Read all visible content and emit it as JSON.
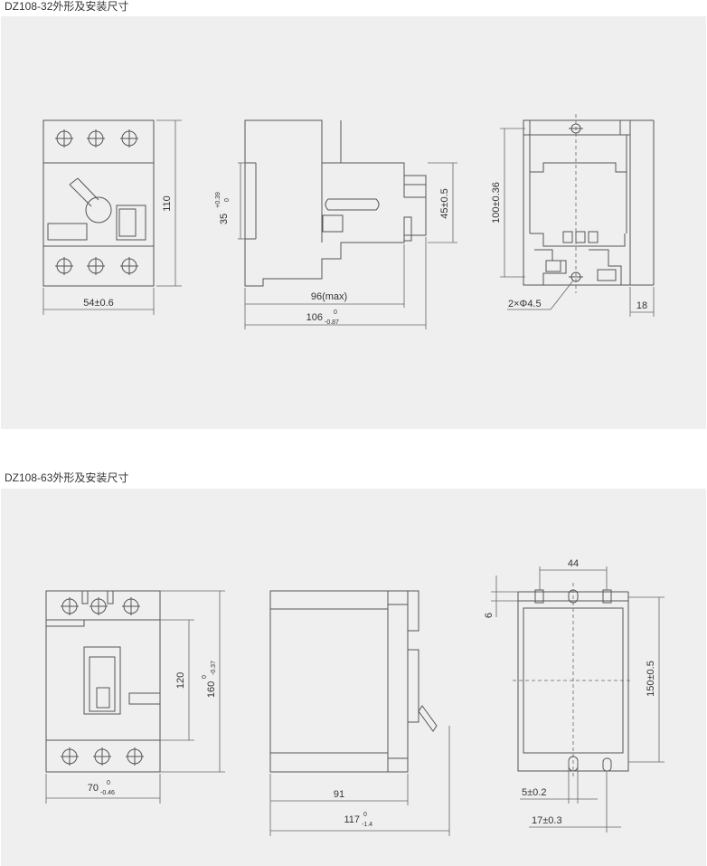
{
  "sections": [
    {
      "title": "DZ108-32外形及安装尺寸",
      "dims": {
        "front_height": "110",
        "front_width": "54±0.6",
        "side_small_base": "35",
        "side_small_sup": "+0.39",
        "side_small_sub": "0",
        "side_mount": "45±0.5",
        "side_depth_max": "96(max)",
        "side_total": "106",
        "side_total_sup": "0",
        "side_total_sub": "-0.87",
        "mount_height": "100±0.36",
        "hole": "2×Φ4.5",
        "rail": "18"
      }
    },
    {
      "title": "DZ108-63外形及安装尺寸",
      "dims": {
        "front_inner": "120",
        "front_height": "160",
        "front_height_sup": "0",
        "front_height_sub": "-0.37",
        "front_width": "70",
        "front_width_sup": "0",
        "front_width_sub": "-0.46",
        "side_depth": "91",
        "side_total": "117",
        "side_total_sup": "0",
        "side_total_sub": "-1.4",
        "mount_width": "44",
        "mount_offset": "6",
        "mount_height": "150±0.5",
        "slot_width": "5±0.2",
        "slot_spacing": "17±0.3"
      }
    }
  ]
}
